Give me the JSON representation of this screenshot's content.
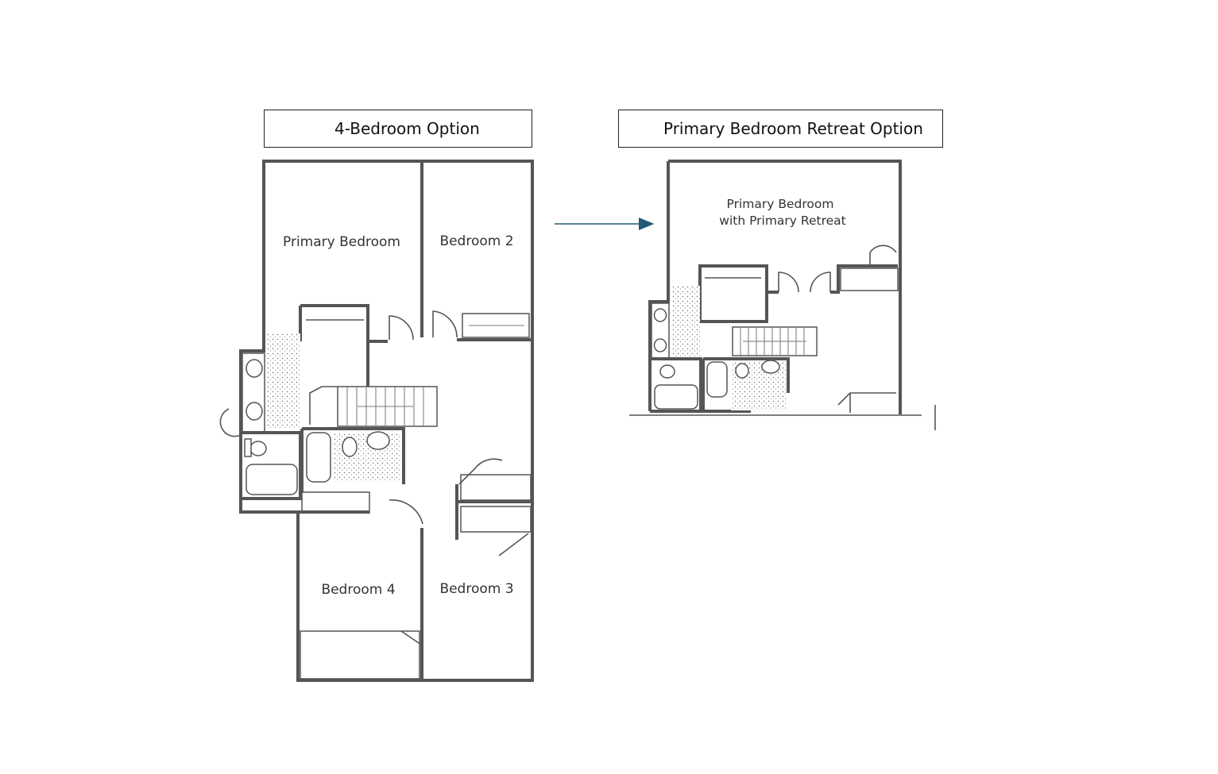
{
  "options": {
    "left_title": "4-Bedroom Option",
    "right_title": "Primary Bedroom Retreat Option"
  },
  "left_plan": {
    "primary_bedroom": "Primary Bedroom",
    "bedroom2": "Bedroom 2",
    "bedroom3": "Bedroom 3",
    "bedroom4": "Bedroom 4"
  },
  "right_plan": {
    "retreat_line1": "Primary Bedroom",
    "retreat_line2": "with Primary Retreat"
  },
  "colors": {
    "wall": "#555555",
    "arrow": "#1f5a78"
  }
}
